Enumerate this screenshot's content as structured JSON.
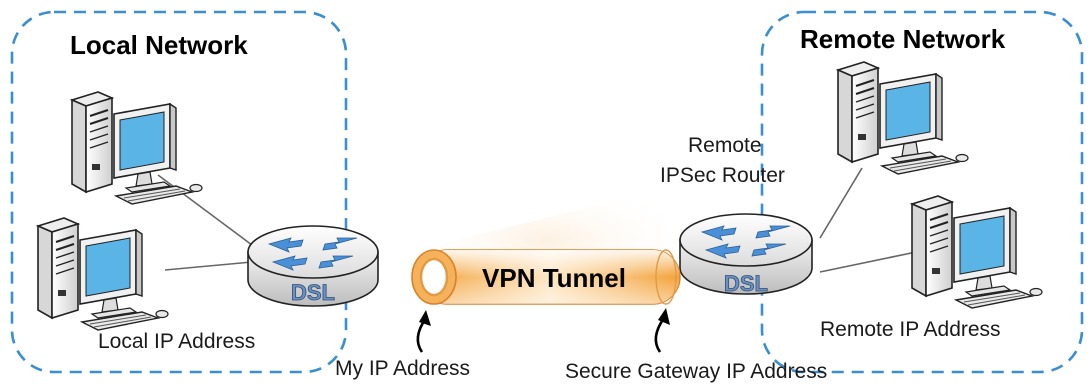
{
  "local_network": {
    "title": "Local Network",
    "ip_label": "Local IP Address",
    "router_label": "DSL"
  },
  "remote_network": {
    "title": "Remote Network",
    "ip_label": "Remote IP Address",
    "router_label": "DSL",
    "router_caption_line1": "Remote",
    "router_caption_line2": "IPSec Router"
  },
  "tunnel": {
    "label": "VPN Tunnel"
  },
  "annotations": {
    "my_ip": "My IP Address",
    "gateway_ip": "Secure Gateway IP Address"
  },
  "colors": {
    "boundary": "#3a8fd1",
    "monitor_screen": "#5ab4e5",
    "tunnel_orange": "#f3a23a",
    "router_arrows": "#4a90d9"
  }
}
